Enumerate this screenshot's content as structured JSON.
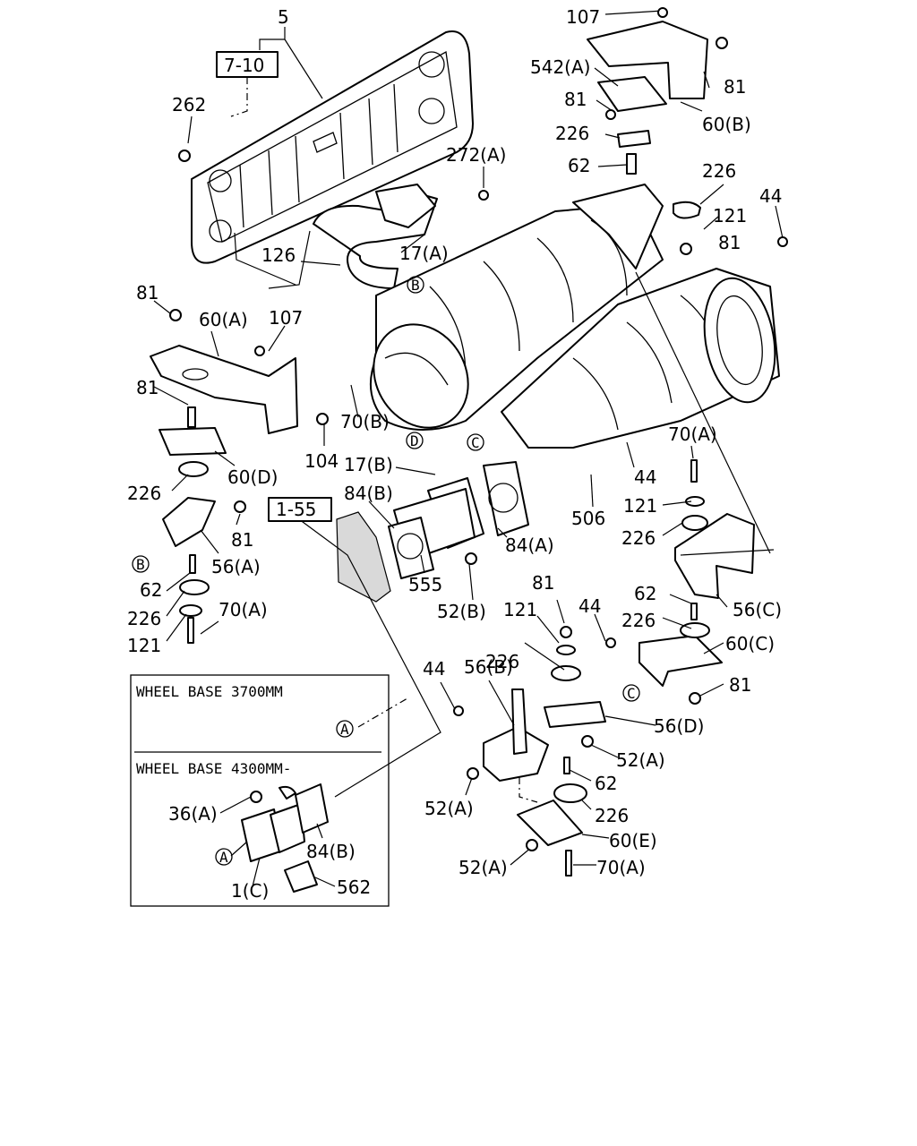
{
  "callouts": {
    "c5": "5",
    "c7_10": "7-10",
    "c262": "262",
    "c126": "126",
    "c17a_top": "17(A)",
    "c272a": "272(A)",
    "c107_top": "107",
    "c542a": "542(A)",
    "c81_top_left": "81",
    "c81_top_right": "81",
    "c60b": "60(B)",
    "c226_top": "226",
    "c62_top": "62",
    "c226_right": "226",
    "c121_right": "121",
    "c81_right": "81",
    "c44_right": "44",
    "c81_left_top": "81",
    "c60a": "60(A)",
    "c107_left": "107",
    "c81_left_mid": "81",
    "c70b": "70(B)",
    "c104": "104",
    "c60d": "60(D)",
    "c226_left": "226",
    "c81_left_low": "81",
    "c56a": "56(A)",
    "c62_left": "62",
    "c226_left_low": "226",
    "c70a_left": "70(A)",
    "c121_left": "121",
    "c17b": "17(B)",
    "c84b": "84(B)",
    "c1_55": "1-55",
    "c555": "555",
    "c52b": "52(B)",
    "c84a": "84(A)",
    "c44_mid": "44",
    "c506": "506",
    "c70a_right": "70(A)",
    "c121_mid": "121",
    "c226_mid": "226",
    "c62_mid": "62",
    "c56c": "56(C)",
    "c81_low_mid": "81",
    "c121_low": "121",
    "c44_low": "44",
    "c226_low_mid": "226",
    "c60c": "60(C)",
    "c226_low": "226",
    "c81_low_right": "81",
    "c44_bottom": "44",
    "c56b": "56(B)",
    "c56d": "56(D)",
    "c52a_right": "52(A)",
    "c62_bottom": "62",
    "c52a_left": "52(A)",
    "c226_bottom": "226",
    "c60e": "60(E)",
    "c52a_bottom": "52(A)",
    "c70a_bottom": "70(A)"
  },
  "refs": {
    "a_inset": "A",
    "a_inset_part": "A",
    "b_top": "B",
    "b_left": "B",
    "c_mid": "C",
    "c_right": "C",
    "d": "D"
  },
  "inset": {
    "wb1": "WHEEL BASE 3700MM",
    "wb2": "WHEEL BASE 4300MM-",
    "c36a": "36(A)",
    "c84b": "84(B)",
    "c1c": "1(C)",
    "c562": "562"
  }
}
